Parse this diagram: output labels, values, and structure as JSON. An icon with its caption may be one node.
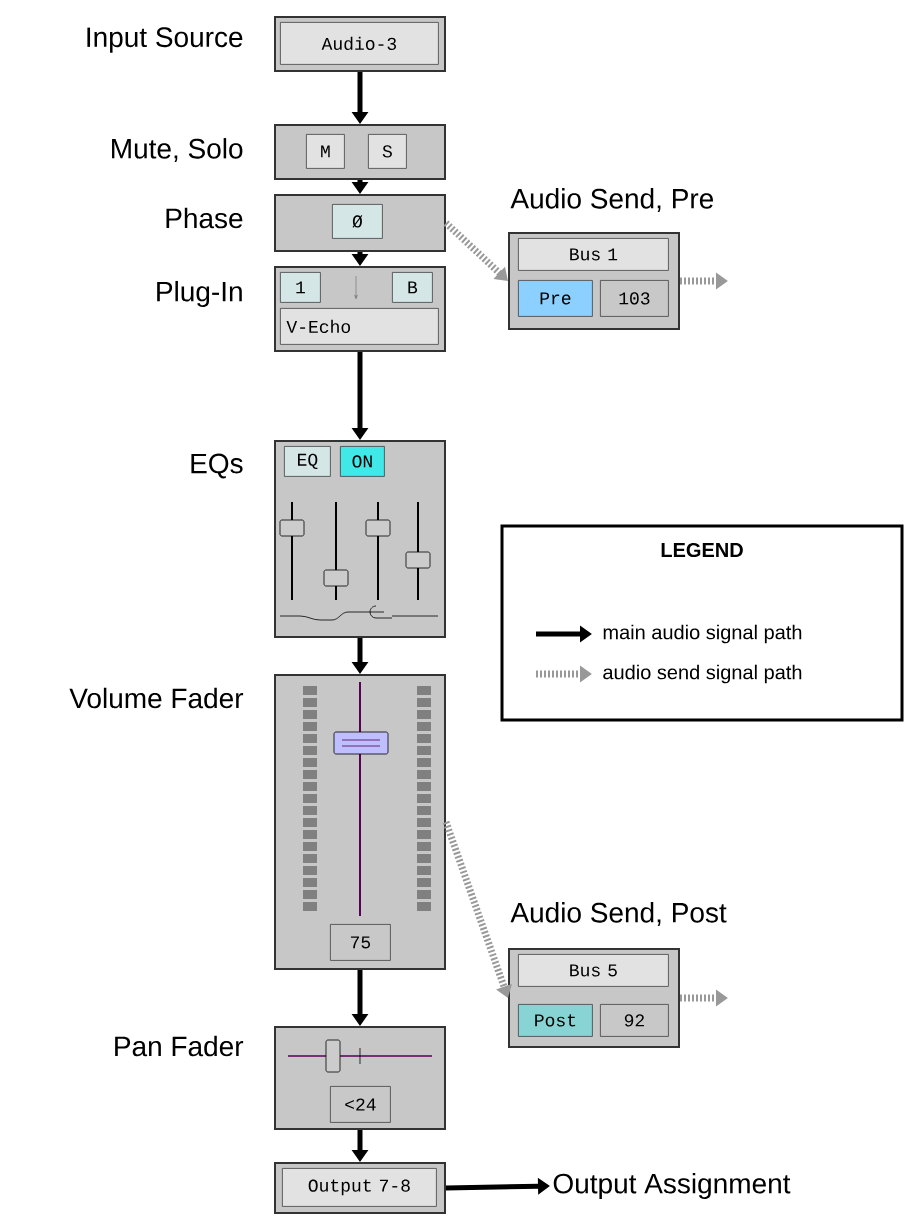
{
  "diagram": {
    "nodes": [
      {
        "text": [
          "Audio-3"
        ],
        "beside": [
          "Input Source"
        ]
      },
      {
        "text": [
          "M",
          "S"
        ],
        "beside": [
          "Mute, Solo"
        ]
      },
      {
        "text": [
          "Ø"
        ],
        "beside": [
          "Phase"
        ]
      },
      {
        "text": [
          "Bus 1",
          "Pre",
          "103"
        ],
        "beside": [
          "Audio Send, Pre"
        ]
      },
      {
        "text": [
          "1",
          "B",
          "V-Echo"
        ],
        "beside": [
          "Plug-In"
        ]
      },
      {
        "text": [
          "EQ",
          "ON"
        ],
        "beside": [
          "EQs"
        ]
      },
      {
        "text": [
          "75"
        ],
        "beside": [
          "Volume Fader"
        ]
      },
      {
        "text": [
          "Bus 5",
          "Post",
          "92"
        ],
        "beside": [
          "Audio Send, Post"
        ]
      },
      {
        "text": [
          "<24"
        ],
        "beside": [
          "Pan Fader"
        ]
      },
      {
        "text": [
          "Output 7-8"
        ]
      },
      {
        "text": [
          "Output Assignment"
        ]
      }
    ],
    "edges": [
      {
        "from": 0,
        "to": 1,
        "arrow": "to"
      },
      {
        "from": 1,
        "to": 2,
        "arrow": "to"
      },
      {
        "from": 2,
        "to": 3,
        "arrow": "to",
        "style": "dashed",
        "color": "#999999"
      },
      {
        "from": 3,
        "to": null,
        "arrow": "to",
        "style": "dashed",
        "color": "#999999"
      },
      {
        "from": 2,
        "to": 4,
        "arrow": "to"
      },
      {
        "from": 4,
        "to": 5,
        "arrow": "to"
      },
      {
        "from": 5,
        "to": 6,
        "arrow": "to"
      },
      {
        "from": 6,
        "to": 7,
        "arrow": "to",
        "style": "dashed",
        "color": "#999999"
      },
      {
        "from": 7,
        "to": null,
        "arrow": "to",
        "style": "dashed",
        "color": "#999999"
      },
      {
        "from": 6,
        "to": 8,
        "arrow": "to"
      },
      {
        "from": 8,
        "to": 9,
        "arrow": "to"
      },
      {
        "from": 9,
        "to": 10,
        "arrow": "to"
      }
    ],
    "labels": [
      "LEGEND"
    ],
    "legend": [
      {
        "text": "main audio signal path"
      },
      {
        "text": "audio send signal path"
      }
    ]
  }
}
